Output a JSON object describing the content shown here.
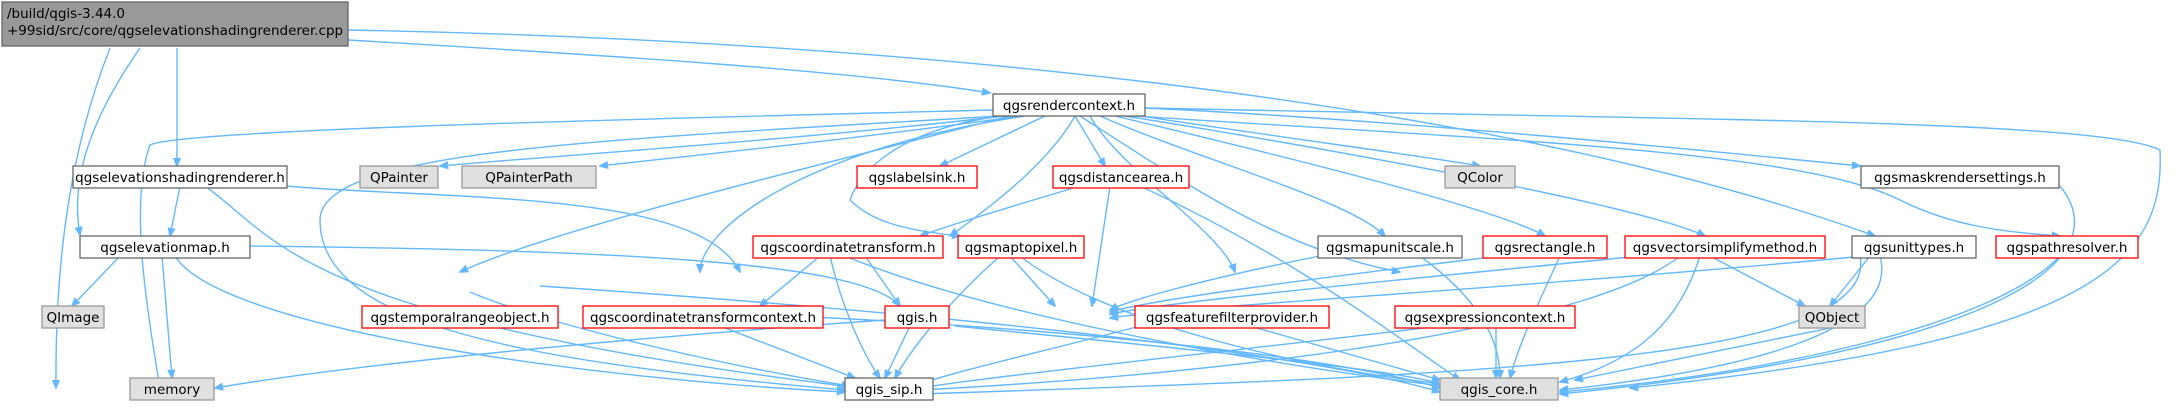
{
  "colors": {
    "edge": "#63b8ff",
    "root_fill": "#999999",
    "root_border": "#666666",
    "normal_fill": "#ffffff",
    "normal_border": "#666666",
    "truncated_fill": "#ffffff",
    "truncated_border": "#ff0000",
    "external_fill": "#e0e0e0",
    "external_border": "#999999"
  },
  "nodes": [
    {
      "id": "root",
      "lines": [
        "/build/qgis-3.44.0",
        "+99sid/src/core/qgselevationshadingrenderer.cpp"
      ],
      "style": "root"
    },
    {
      "id": "rendercontext",
      "lines": [
        "qgsrendercontext.h"
      ],
      "style": "normal"
    },
    {
      "id": "elevshading",
      "lines": [
        "qgselevationshadingrenderer.h"
      ],
      "style": "normal"
    },
    {
      "id": "elevmap",
      "lines": [
        "qgselevationmap.h"
      ],
      "style": "normal"
    },
    {
      "id": "qimage",
      "lines": [
        "QImage"
      ],
      "style": "external"
    },
    {
      "id": "memory",
      "lines": [
        "memory"
      ],
      "style": "external"
    },
    {
      "id": "qgis_sip",
      "lines": [
        "qgis_sip.h"
      ],
      "style": "normal"
    },
    {
      "id": "qgis_core",
      "lines": [
        "qgis_core.h"
      ],
      "style": "external"
    },
    {
      "id": "qpainter",
      "lines": [
        "QPainter"
      ],
      "style": "external"
    },
    {
      "id": "qpainterpath",
      "lines": [
        "QPainterPath"
      ],
      "style": "external"
    },
    {
      "id": "labelsink",
      "lines": [
        "qgslabelsink.h"
      ],
      "style": "truncated"
    },
    {
      "id": "distancearea",
      "lines": [
        "qgsdistancearea.h"
      ],
      "style": "truncated"
    },
    {
      "id": "qcolor",
      "lines": [
        "QColor"
      ],
      "style": "external"
    },
    {
      "id": "maskrender",
      "lines": [
        "qgsmaskrendersettings.h"
      ],
      "style": "normal"
    },
    {
      "id": "coordtransform",
      "lines": [
        "qgscoordinatetransform.h"
      ],
      "style": "truncated"
    },
    {
      "id": "maptopixel",
      "lines": [
        "qgsmaptopixel.h"
      ],
      "style": "truncated"
    },
    {
      "id": "mapunitscale",
      "lines": [
        "qgsmapunitscale.h"
      ],
      "style": "normal"
    },
    {
      "id": "rectangle",
      "lines": [
        "qgsrectangle.h"
      ],
      "style": "truncated"
    },
    {
      "id": "vectorsimplify",
      "lines": [
        "qgsvectorsimplifymethod.h"
      ],
      "style": "truncated"
    },
    {
      "id": "unittypes",
      "lines": [
        "qgsunittypes.h"
      ],
      "style": "normal"
    },
    {
      "id": "pathresolver",
      "lines": [
        "qgspathresolver.h"
      ],
      "style": "truncated"
    },
    {
      "id": "temporalrange",
      "lines": [
        "qgstemporalrangeobject.h"
      ],
      "style": "truncated"
    },
    {
      "id": "coordtransformctx",
      "lines": [
        "qgscoordinatetransformcontext.h"
      ],
      "style": "truncated"
    },
    {
      "id": "qgis_h",
      "lines": [
        "qgis.h"
      ],
      "style": "truncated"
    },
    {
      "id": "featurefilter",
      "lines": [
        "qgsfeaturefilterprovider.h"
      ],
      "style": "truncated"
    },
    {
      "id": "exprcontext",
      "lines": [
        "qgsexpressioncontext.h"
      ],
      "style": "truncated"
    },
    {
      "id": "qobject",
      "lines": [
        "QObject"
      ],
      "style": "external"
    }
  ]
}
